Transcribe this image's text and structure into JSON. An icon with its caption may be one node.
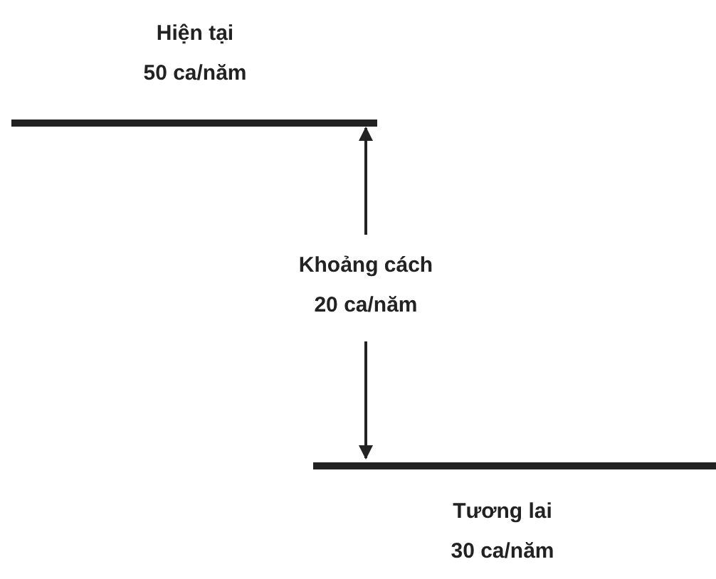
{
  "diagram": {
    "nodes": [
      {
        "text": [],
        "shape": "bar",
        "beside": [
          "Hiện tại",
          "50 ca/năm"
        ]
      },
      {
        "text": [],
        "shape": "bar",
        "beside": [
          "Tương lai",
          "30 ca/năm"
        ]
      }
    ],
    "labels": [
      "Khoảng cách",
      "20 ca/năm"
    ]
  }
}
